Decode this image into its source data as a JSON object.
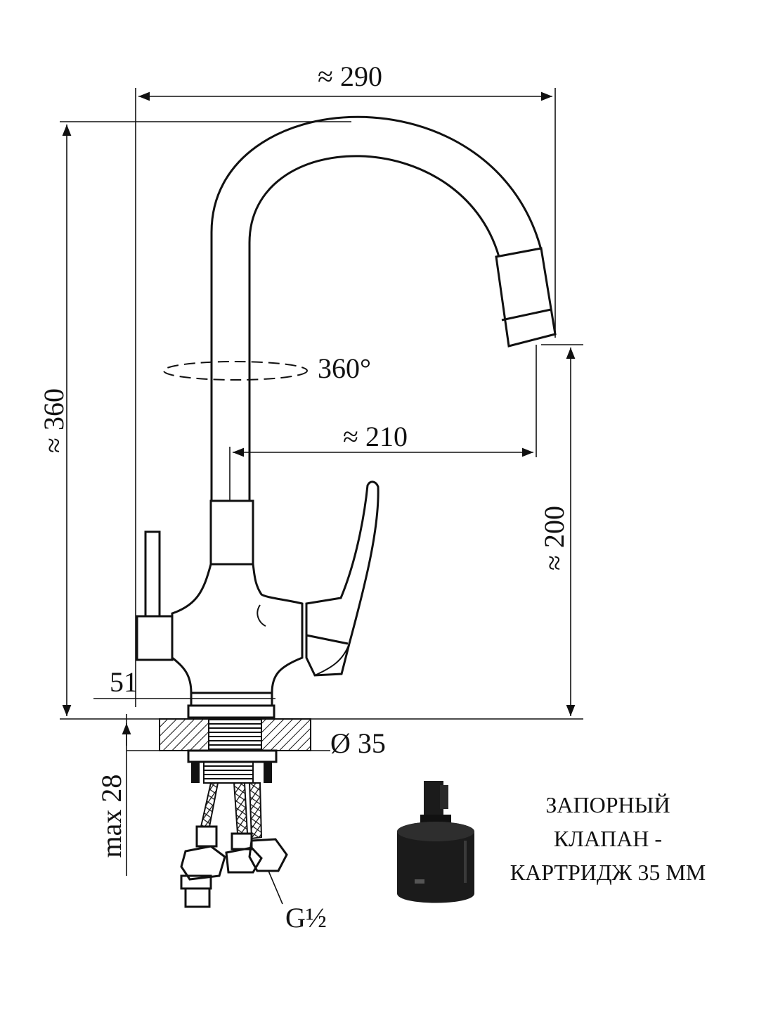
{
  "dimensions": {
    "width_total": "≈ 290",
    "height_total": "≈ 360",
    "swivel_angle": "360°",
    "spout_reach": "≈ 210",
    "spout_height": "≈ 200",
    "base_width": "51",
    "mount_hole": "Ø 35",
    "countertop_max": "max 28",
    "thread": "G½"
  },
  "caption": {
    "line1": "ЗАПОРНЫЙ",
    "line2": "КЛАПАН -",
    "line3": "КАРТРИДЖ 35 ММ"
  },
  "colors": {
    "line": "#111111",
    "cartridge_body": "#1b1b1b"
  }
}
